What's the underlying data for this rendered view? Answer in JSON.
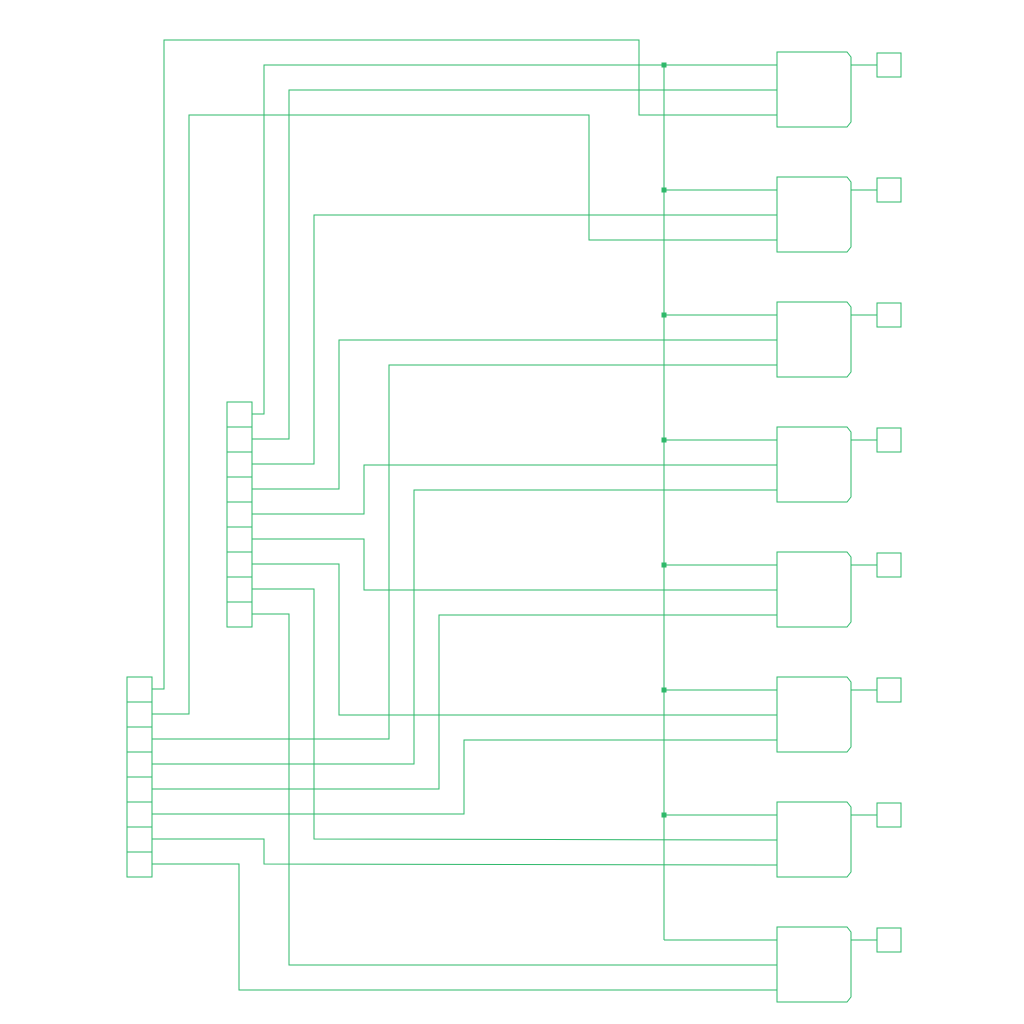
{
  "diagram": {
    "type": "logic-circuit-schematic",
    "stroke_color": "#2eb86a",
    "junction_color": "#2eb86a",
    "background": "#ffffff",
    "components": {
      "input_bus_top": {
        "kind": "bus-connector",
        "pins": 9
      },
      "input_bus_bottom": {
        "kind": "bus-connector",
        "pins": 8
      },
      "gates": {
        "kind": "multi-input-gate",
        "count": 8,
        "inputs_per_gate": 3
      },
      "outputs": {
        "kind": "output-pin",
        "count": 8
      }
    },
    "shared_signal": {
      "name": "common-rail",
      "junction_count": 7
    }
  }
}
